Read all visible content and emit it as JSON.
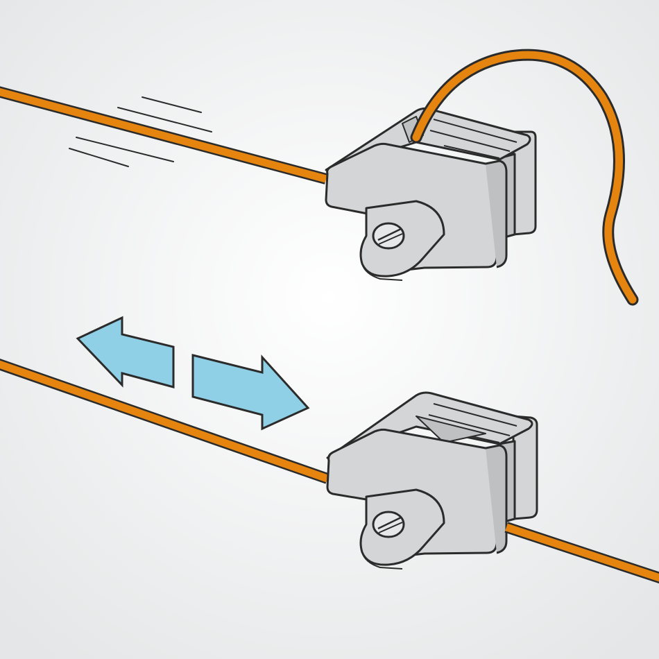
{
  "colors": {
    "background_center": "#ffffff",
    "background_edge": "#e4e6e7",
    "wire": "#e5850f",
    "outline": "#2b2b2b",
    "insulator_body": "#d4d5d6",
    "insulator_shadow": "#bfc0c2",
    "arrow_fill": "#8fd0e6"
  },
  "icons": {
    "top_scene": "insulator-wire-insert-illustration",
    "bottom_scene": "insulator-wire-slide-illustration",
    "arrow": "double-direction-arrow-icon",
    "motion_lines": "motion-lines-icon",
    "screw": "screw-icon"
  },
  "steps": [
    {
      "state": "wire-being-inserted"
    },
    {
      "state": "wire-sliding-freely"
    }
  ]
}
